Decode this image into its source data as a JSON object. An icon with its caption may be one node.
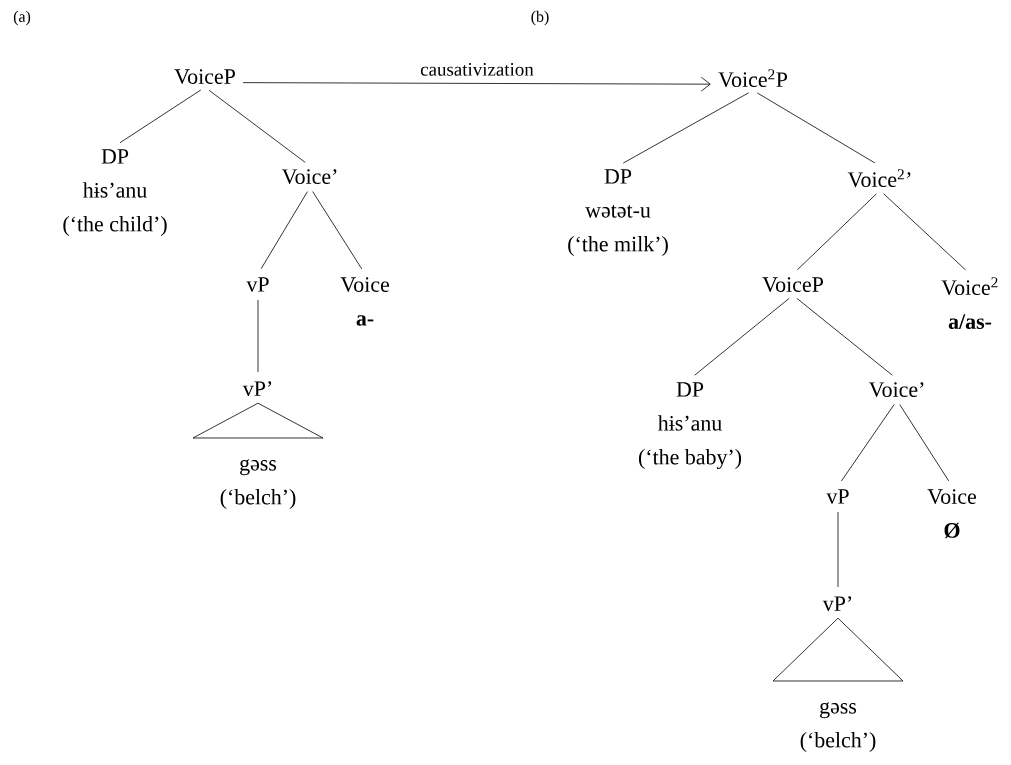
{
  "diagram": {
    "nodes": [
      {
        "text": [
          "VoiceP"
        ]
      },
      {
        "text": [
          "DP",
          "hɨs’anu",
          "(‘the child’)"
        ]
      },
      {
        "text": [
          "Voice’"
        ]
      },
      {
        "text": [
          "vP"
        ]
      },
      {
        "text": [
          "Voice",
          "**a-**"
        ]
      },
      {
        "text": [
          "vP’"
        ]
      },
      {
        "text": [
          "gəss",
          "(‘belch’)"
        ]
      },
      {
        "text": [
          "Voice$^{2}$P"
        ]
      },
      {
        "text": [
          "DP",
          "wətət-u",
          "(‘the milk’)"
        ]
      },
      {
        "text": [
          "Voice$^{2}$’"
        ]
      },
      {
        "text": [
          "VoiceP"
        ]
      },
      {
        "text": [
          "Voice$^{2}$",
          "**a/as-**"
        ]
      },
      {
        "text": [
          "DP",
          "hɨs’anu",
          "(‘the baby’)"
        ]
      },
      {
        "text": [
          "Voice’"
        ]
      },
      {
        "text": [
          "vP"
        ]
      },
      {
        "text": [
          "Voice",
          "**Ø**"
        ]
      },
      {
        "text": [
          "vP’"
        ]
      },
      {
        "text": [
          "gəss",
          "(‘belch’)"
        ]
      }
    ],
    "edges": [
      {
        "from": 0,
        "to": 1,
        "arrow": "none"
      },
      {
        "from": 0,
        "to": 2,
        "arrow": "none"
      },
      {
        "from": 2,
        "to": 3,
        "arrow": "none"
      },
      {
        "from": 2,
        "to": 4,
        "arrow": "none"
      },
      {
        "from": 3,
        "to": 5,
        "arrow": "none"
      },
      {
        "from": 5,
        "to": 6,
        "arrow": "none"
      },
      {
        "from": 7,
        "to": 8,
        "arrow": "none"
      },
      {
        "from": 7,
        "to": 9,
        "arrow": "none"
      },
      {
        "from": 9,
        "to": 10,
        "arrow": "none"
      },
      {
        "from": 9,
        "to": 11,
        "arrow": "none"
      },
      {
        "from": 10,
        "to": 12,
        "arrow": "none"
      },
      {
        "from": 10,
        "to": 13,
        "arrow": "none"
      },
      {
        "from": 13,
        "to": 14,
        "arrow": "none"
      },
      {
        "from": 13,
        "to": 15,
        "arrow": "none"
      },
      {
        "from": 14,
        "to": 16,
        "arrow": "none"
      },
      {
        "from": 16,
        "to": 17,
        "arrow": "none"
      },
      {
        "from": 0,
        "to": 7,
        "arrow": "to",
        "label": "causativization"
      }
    ],
    "labels": [
      "(a)",
      "(b)"
    ]
  }
}
